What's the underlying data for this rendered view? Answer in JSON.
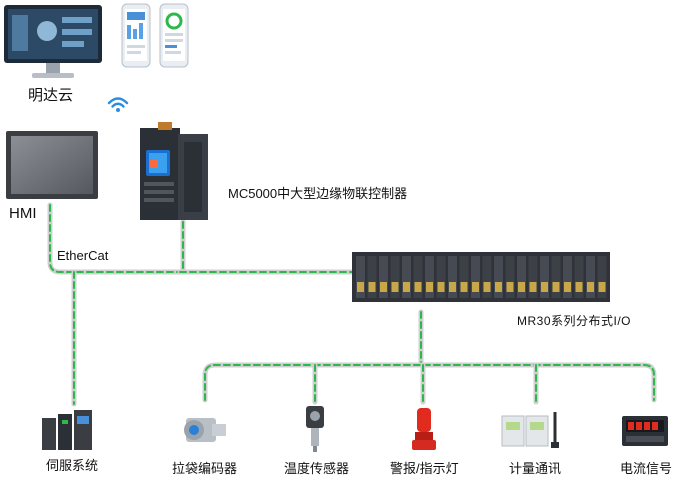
{
  "cloud": {
    "label": "明达云",
    "wifi_icon": "wifi-icon",
    "devices": [
      "monitor-icon",
      "phone-icon",
      "phone-icon"
    ]
  },
  "hmi": {
    "label": "HMI"
  },
  "controller": {
    "label": "MC5000中大型边缘物联控制器"
  },
  "bus": {
    "label": "EtherCat"
  },
  "io_module": {
    "label": "MR30系列分布式I/O"
  },
  "endpoints": [
    {
      "label": "伺服系统",
      "icon": "servo-icon"
    },
    {
      "label": "拉袋编码器",
      "icon": "encoder-icon"
    },
    {
      "label": "温度传感器",
      "icon": "temperature-sensor-icon"
    },
    {
      "label": "警报/指示灯",
      "icon": "alarm-light-icon"
    },
    {
      "label": "计量通讯",
      "icon": "meter-icon"
    },
    {
      "label": "电流信号",
      "icon": "current-meter-icon"
    }
  ],
  "colors": {
    "wire_gray": "#c8c8c8",
    "wire_green": "#2db84d",
    "device_dark": "#2b2f36"
  }
}
